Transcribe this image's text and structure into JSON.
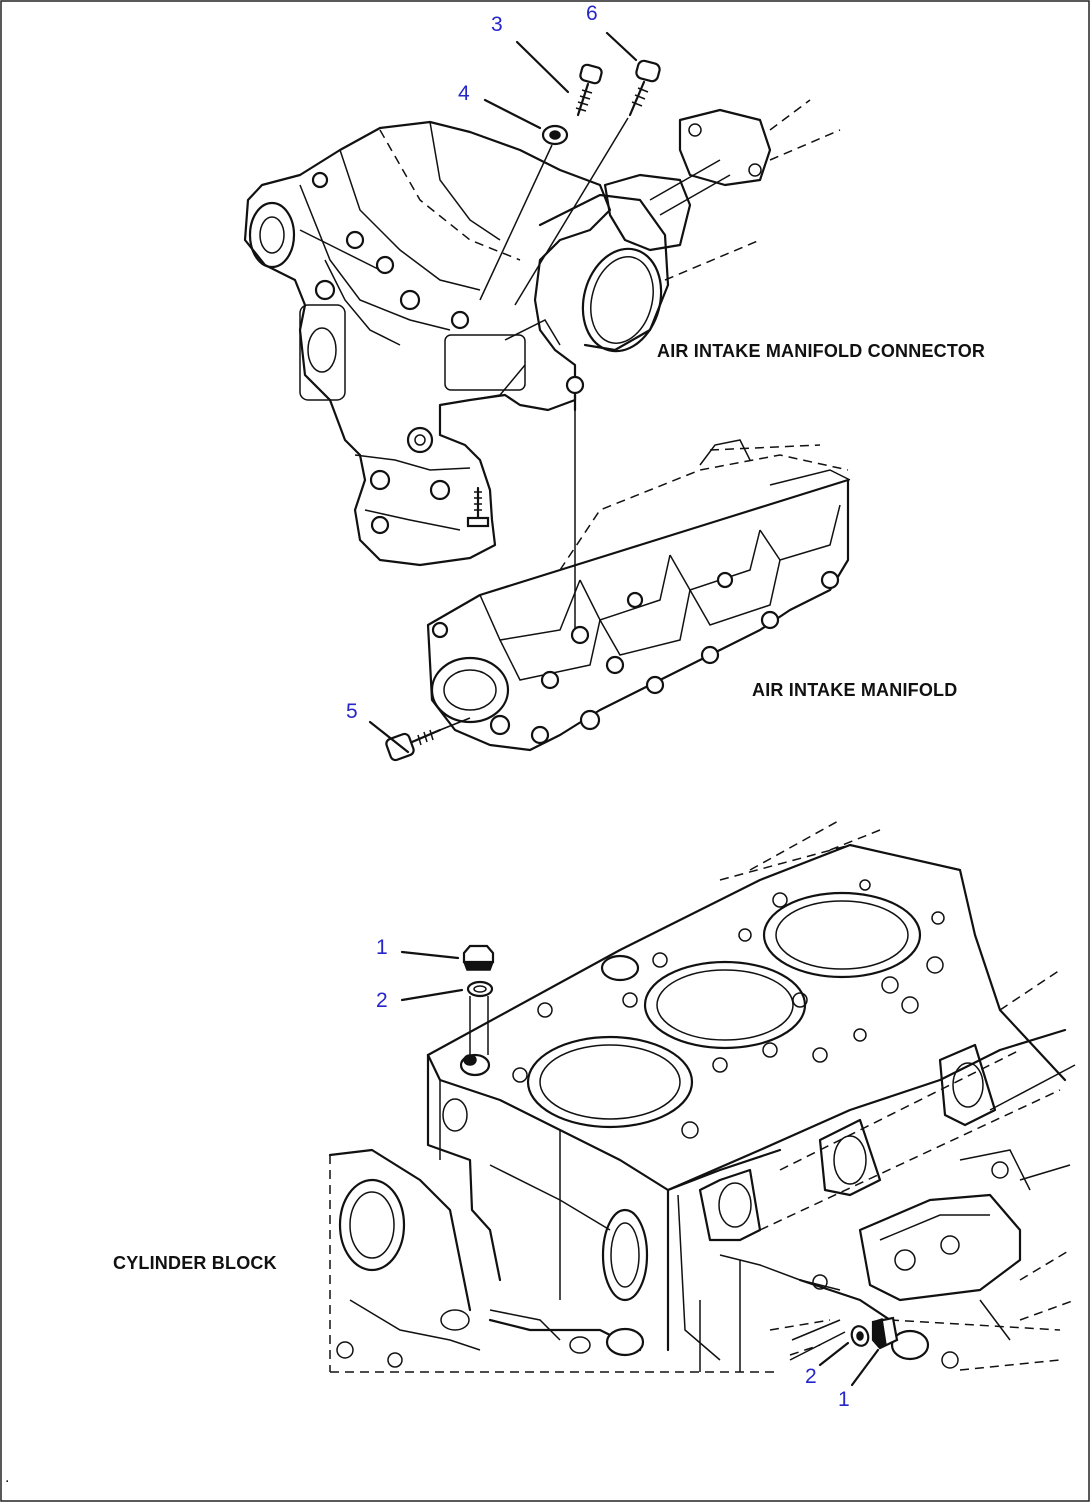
{
  "colors": {
    "index_label": "#2626c9",
    "ink": "#111111",
    "background": "#ffffff"
  },
  "callouts": {
    "connector": "AIR INTAKE MANIFOLD CONNECTOR",
    "manifold": "AIR INTAKE MANIFOLD",
    "block": "CYLINDER BLOCK"
  },
  "part_numbers": {
    "p3": "3",
    "p6": "6",
    "p4": "4",
    "p5": "5",
    "p1_top": "1",
    "p2_top": "2",
    "p2_bottom": "2",
    "p1_bottom": "1"
  },
  "footer_mark": "."
}
